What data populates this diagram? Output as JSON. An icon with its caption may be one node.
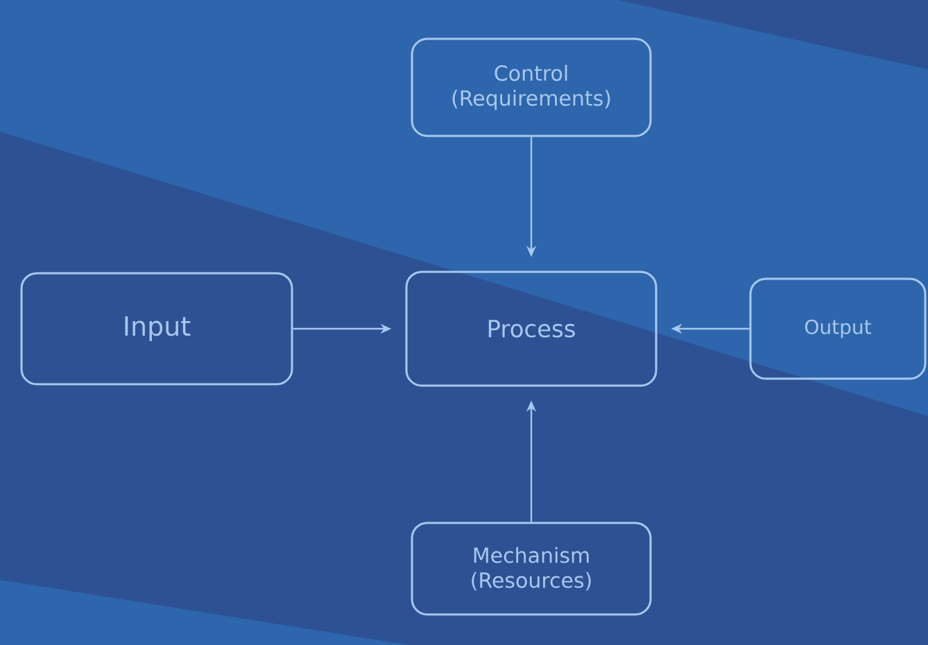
{
  "diagram": {
    "nodes": [
      {
        "text": [
          "Control (Requirements)"
        ]
      },
      {
        "text": [
          "Input"
        ]
      },
      {
        "text": [
          "Process"
        ]
      },
      {
        "text": [
          "Output"
        ]
      },
      {
        "text": [
          "Mechanism (Resources)"
        ]
      }
    ],
    "edges": [
      {
        "from": 0,
        "to": 2,
        "arrow": "to"
      },
      {
        "from": 1,
        "to": 2,
        "arrow": "to"
      },
      {
        "from": 3,
        "to": 2,
        "arrow": "to"
      },
      {
        "from": 4,
        "to": 2,
        "arrow": "to"
      }
    ]
  }
}
